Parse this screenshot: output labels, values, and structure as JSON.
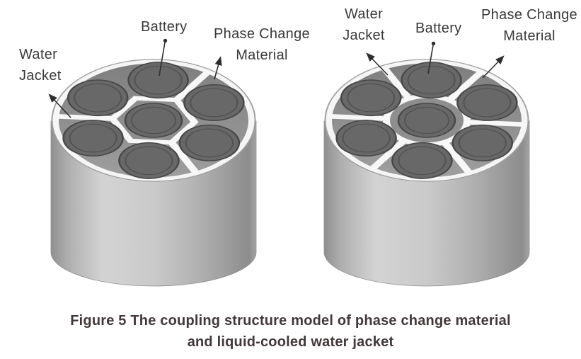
{
  "figure": {
    "left_model": {
      "water_jacket": {
        "line1": "Water",
        "line2": "Jacket"
      },
      "battery": "Battery",
      "phase_change_material": {
        "line1": "Phase Change",
        "line2": "Material"
      }
    },
    "right_model": {
      "water_jacket": {
        "line1": "Water",
        "line2": "Jacket"
      },
      "battery": "Battery",
      "phase_change_material": {
        "line1": "Phase Change",
        "line2": "Material"
      }
    },
    "caption": {
      "line1": "Figure 5 The coupling structure model of phase change material",
      "line2": "and liquid-cooled water jacket"
    }
  },
  "colors": {
    "label_text": "#3a3a3a",
    "caption_text": "#423839",
    "battery_fill": "#686868",
    "battery_outline": "#474747",
    "pcm_surface": "#8e8e8e",
    "water_channel": "#f7f7f7",
    "cylinder_body_light": "#d3d3d3",
    "cylinder_body_dark": "#8f8f8f",
    "leader_line": "#2e2e2e"
  }
}
